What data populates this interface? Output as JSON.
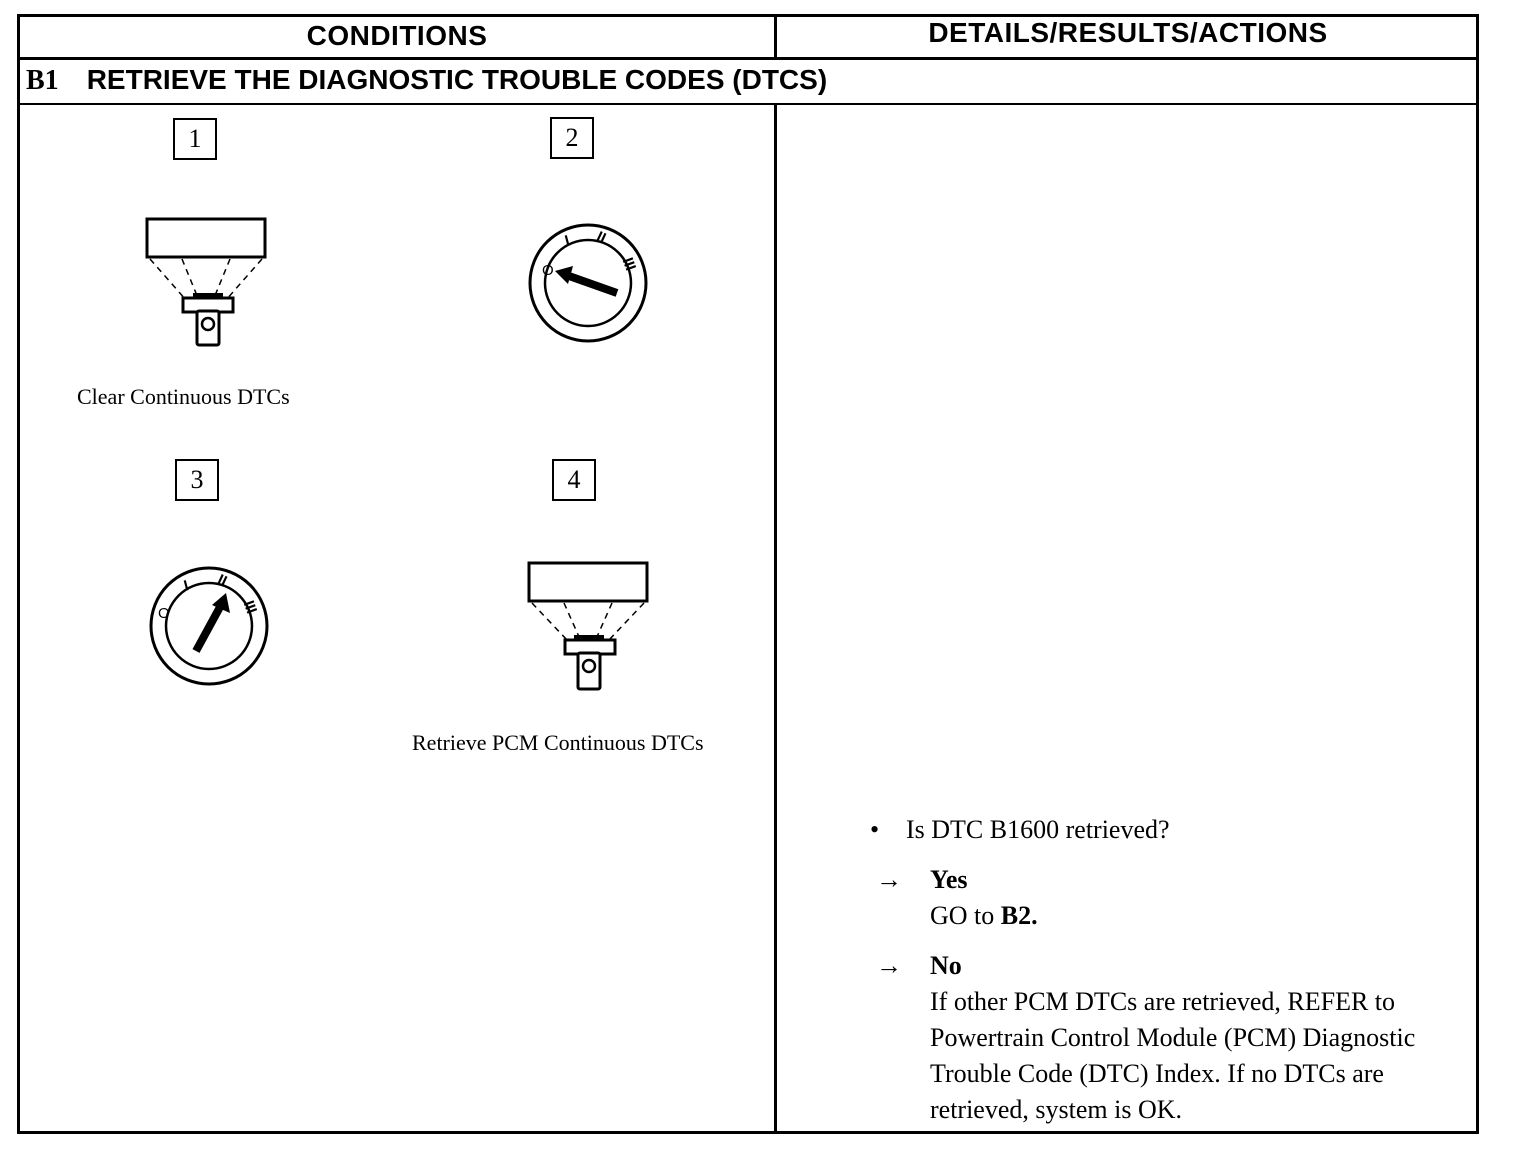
{
  "header": {
    "conditions": "CONDITIONS",
    "details": "DETAILS/RESULTS/ACTIONS"
  },
  "step": {
    "id": "B1",
    "title": "RETRIEVE THE DIAGNOSTIC TROUBLE CODES (DTCS)"
  },
  "conditions": {
    "steps": [
      {
        "number": "1",
        "icon": "scan-tool-icon",
        "caption": "Clear Continuous DTCs"
      },
      {
        "number": "2",
        "icon": "ignition-off-icon",
        "caption": ""
      },
      {
        "number": "3",
        "icon": "ignition-on-icon",
        "caption": ""
      },
      {
        "number": "4",
        "icon": "scan-tool-icon",
        "caption": "Retrieve PCM Continuous DTCs"
      }
    ],
    "ignition_marks": [
      "O",
      "I",
      "II",
      "III"
    ]
  },
  "actions": {
    "bullet": "•",
    "question": "Is DTC B1600 retrieved?",
    "arrow": "→",
    "yes": {
      "label": "Yes",
      "text_prefix": "GO to ",
      "target": "B2."
    },
    "no": {
      "label": "No",
      "text": "If other PCM DTCs are retrieved, REFER to Powertrain Control Module (PCM) Diagnostic Trouble Code (DTC) Index. If no DTCs are retrieved, system is OK."
    }
  }
}
